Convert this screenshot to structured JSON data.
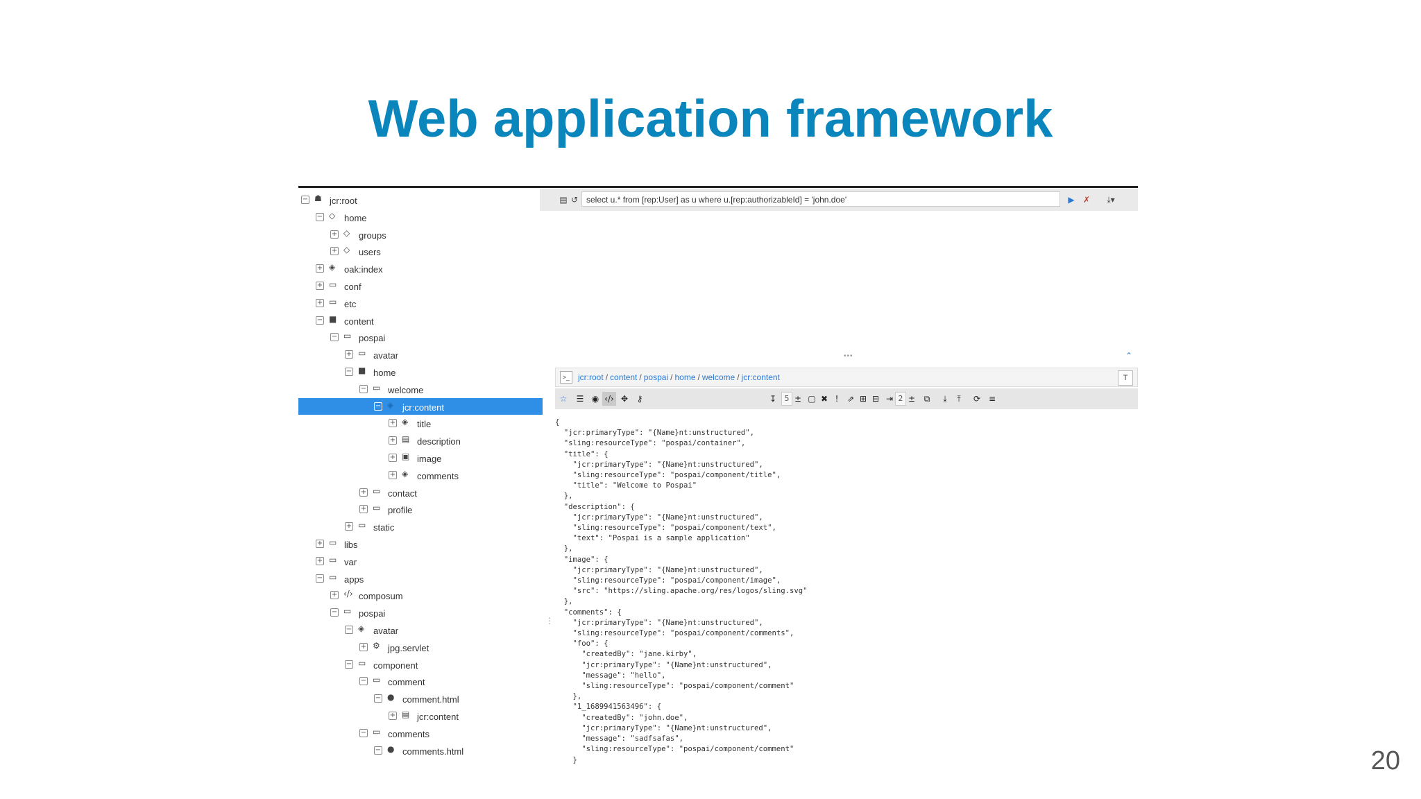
{
  "slide": {
    "title": "Web application framework",
    "page_number": "20"
  },
  "tree": {
    "items": [
      {
        "label": "jcr:root",
        "depth": 0,
        "toggle": "−",
        "icon": "sitemap-icon",
        "glyph": "☗"
      },
      {
        "label": "home",
        "depth": 1,
        "toggle": "−",
        "icon": "gem-icon",
        "glyph": "◇"
      },
      {
        "label": "groups",
        "depth": 2,
        "toggle": "+",
        "icon": "gem-icon",
        "glyph": "◇"
      },
      {
        "label": "users",
        "depth": 2,
        "toggle": "+",
        "icon": "gem-icon",
        "glyph": "◇"
      },
      {
        "label": "oak:index",
        "depth": 1,
        "toggle": "+",
        "icon": "cube-icon",
        "glyph": "◈"
      },
      {
        "label": "conf",
        "depth": 1,
        "toggle": "+",
        "icon": "folder-icon",
        "glyph": "▭"
      },
      {
        "label": "etc",
        "depth": 1,
        "toggle": "+",
        "icon": "folder-icon",
        "glyph": "▭"
      },
      {
        "label": "content",
        "depth": 1,
        "toggle": "−",
        "icon": "folder-filled-icon",
        "glyph": "■"
      },
      {
        "label": "pospai",
        "depth": 2,
        "toggle": "−",
        "icon": "folder-icon",
        "glyph": "▭"
      },
      {
        "label": "avatar",
        "depth": 3,
        "toggle": "+",
        "icon": "folder-icon",
        "glyph": "▭"
      },
      {
        "label": "home",
        "depth": 3,
        "toggle": "−",
        "icon": "folder-filled-icon",
        "glyph": "■"
      },
      {
        "label": "welcome",
        "depth": 4,
        "toggle": "−",
        "icon": "folder-icon",
        "glyph": "▭"
      },
      {
        "label": "jcr:content",
        "depth": 5,
        "toggle": "−",
        "icon": "cube-icon",
        "glyph": "◈",
        "selected": true
      },
      {
        "label": "title",
        "depth": 6,
        "toggle": "+",
        "icon": "cube-icon",
        "glyph": "◈"
      },
      {
        "label": "description",
        "depth": 6,
        "toggle": "+",
        "icon": "file-icon",
        "glyph": "▤"
      },
      {
        "label": "image",
        "depth": 6,
        "toggle": "+",
        "icon": "image-icon",
        "glyph": "▣"
      },
      {
        "label": "comments",
        "depth": 6,
        "toggle": "+",
        "icon": "cube-icon",
        "glyph": "◈"
      },
      {
        "label": "contact",
        "depth": 4,
        "toggle": "+",
        "icon": "folder-icon",
        "glyph": "▭"
      },
      {
        "label": "profile",
        "depth": 4,
        "toggle": "+",
        "icon": "folder-icon",
        "glyph": "▭"
      },
      {
        "label": "static",
        "depth": 3,
        "toggle": "+",
        "icon": "folder-icon",
        "glyph": "▭"
      },
      {
        "label": "libs",
        "depth": 1,
        "toggle": "+",
        "icon": "folder-icon",
        "glyph": "▭"
      },
      {
        "label": "var",
        "depth": 1,
        "toggle": "+",
        "icon": "folder-icon",
        "glyph": "▭"
      },
      {
        "label": "apps",
        "depth": 1,
        "toggle": "−",
        "icon": "folder-icon",
        "glyph": "▭"
      },
      {
        "label": "composum",
        "depth": 2,
        "toggle": "+",
        "icon": "code-icon",
        "glyph": "‹/›"
      },
      {
        "label": "pospai",
        "depth": 2,
        "toggle": "−",
        "icon": "folder-icon",
        "glyph": "▭"
      },
      {
        "label": "avatar",
        "depth": 3,
        "toggle": "−",
        "icon": "cube-icon",
        "glyph": "◈"
      },
      {
        "label": "jpg.servlet",
        "depth": 4,
        "toggle": "+",
        "icon": "gear-icon",
        "glyph": "⚙"
      },
      {
        "label": "component",
        "depth": 3,
        "toggle": "−",
        "icon": "folder-icon",
        "glyph": "▭"
      },
      {
        "label": "comment",
        "depth": 4,
        "toggle": "−",
        "icon": "folder-icon",
        "glyph": "▭"
      },
      {
        "label": "comment.html",
        "depth": 5,
        "toggle": "−",
        "icon": "globe-icon",
        "glyph": "●"
      },
      {
        "label": "jcr:content",
        "depth": 6,
        "toggle": "+",
        "icon": "file-icon",
        "glyph": "▤"
      },
      {
        "label": "comments",
        "depth": 4,
        "toggle": "−",
        "icon": "folder-icon",
        "glyph": "▭"
      },
      {
        "label": "comments.html",
        "depth": 5,
        "toggle": "−",
        "icon": "globe-icon",
        "glyph": "●"
      }
    ]
  },
  "query": {
    "text": "select u.* from [rep:User] as u where u.[rep:authorizableId] = 'john.doe'"
  },
  "path": {
    "segments": [
      "jcr:root",
      "content",
      "pospai",
      "home",
      "welcome",
      "jcr:content"
    ],
    "text_button": "T"
  },
  "toolbar": {
    "count_a": "5",
    "count_b": "2"
  },
  "json_lines": [
    "{",
    "  \"jcr:primaryType\": \"{Name}nt:unstructured\",",
    "  \"sling:resourceType\": \"pospai/container\",",
    "  \"title\": {",
    "    \"jcr:primaryType\": \"{Name}nt:unstructured\",",
    "    \"sling:resourceType\": \"pospai/component/title\",",
    "    \"title\": \"Welcome to Pospai\"",
    "  },",
    "  \"description\": {",
    "    \"jcr:primaryType\": \"{Name}nt:unstructured\",",
    "    \"sling:resourceType\": \"pospai/component/text\",",
    "    \"text\": \"Pospai is a sample application\"",
    "  },",
    "  \"image\": {",
    "    \"jcr:primaryType\": \"{Name}nt:unstructured\",",
    "    \"sling:resourceType\": \"pospai/component/image\",",
    "    \"src\": \"https://sling.apache.org/res/logos/sling.svg\"",
    "  },",
    "  \"comments\": {",
    "    \"jcr:primaryType\": \"{Name}nt:unstructured\",",
    "    \"sling:resourceType\": \"pospai/component/comments\",",
    "    \"foo\": {",
    "      \"createdBy\": \"jane.kirby\",",
    "      \"jcr:primaryType\": \"{Name}nt:unstructured\",",
    "      \"message\": \"hello\",",
    "      \"sling:resourceType\": \"pospai/component/comment\"",
    "    },",
    "    \"1_1689941563496\": {",
    "      \"createdBy\": \"john.doe\",",
    "      \"jcr:primaryType\": \"{Name}nt:unstructured\",",
    "      \"message\": \"sadfsafas\",",
    "      \"sling:resourceType\": \"pospai/component/comment\"",
    "    }"
  ]
}
